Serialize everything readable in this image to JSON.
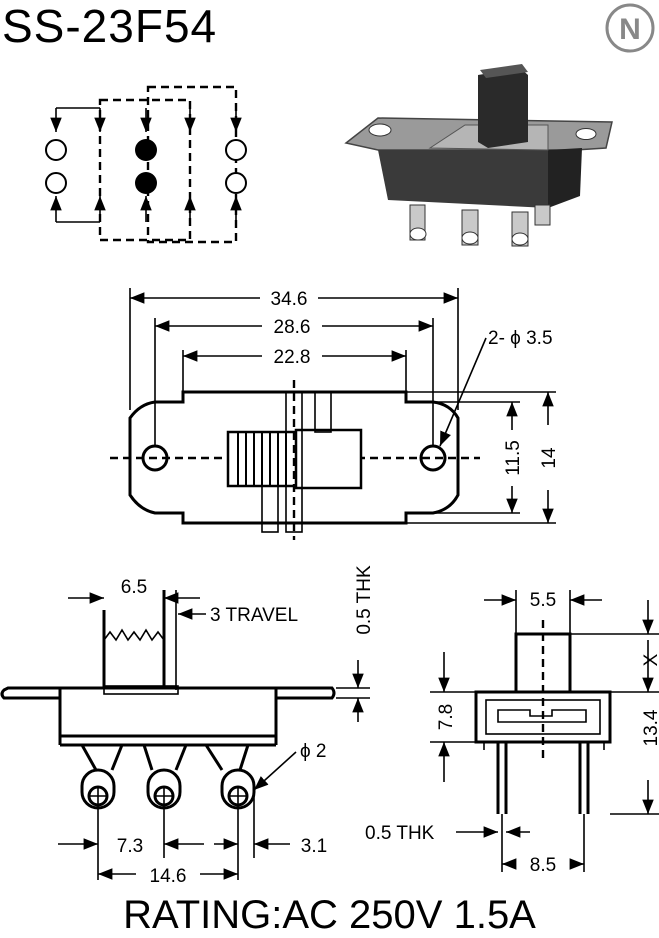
{
  "title": "SS-23F54",
  "logo_letter": "N",
  "rating": "RATING:AC 250V 1.5A",
  "top_view": {
    "overall_width": "34.6",
    "hole_spacing": "28.6",
    "body_width": "22.8",
    "holes": "2- ϕ 3.5",
    "inner_height": "11.5",
    "overall_height": "14"
  },
  "side_view": {
    "actuator_width": "6.5",
    "travel": "3 TRAVEL",
    "plate_thickness": "0.5 THK",
    "pin_diameter": "ϕ 2",
    "pin_pitch": "7.3",
    "pin_edge": "3.1",
    "pin_span": "14.6"
  },
  "end_view": {
    "actuator_width": "5.5",
    "actuator_height": "X",
    "body_height": "7.8",
    "overall_height": "13.4",
    "pin_thickness": "0.5 THK",
    "row_spacing": "8.5"
  }
}
